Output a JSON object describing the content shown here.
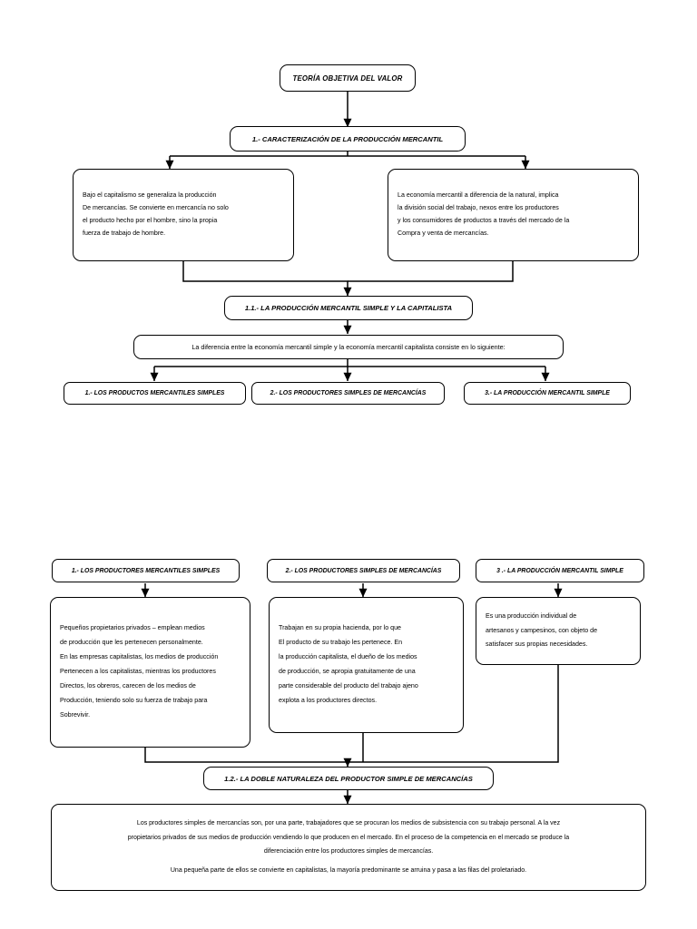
{
  "document": {
    "title": "TEORÍA OBJETIVA DEL VALOR"
  },
  "nodes": {
    "root": {
      "label": "TEORÍA OBJETIVA DEL VALOR"
    },
    "level1": {
      "label": "1.- CARACTERIZACIÓN DE LA PRODUCCIÓN MERCANTIL"
    },
    "box_left_1": {
      "lines": [
        "Bajo el capitalismo se generaliza la producción",
        "De mercancías. Se convierte en mercancía no solo",
        "el producto hecho por el hombre, sino la propia",
        "fuerza de trabajo de hombre."
      ]
    },
    "box_right_1": {
      "lines": [
        "La economía mercantil a diferencia de la natural, implica",
        "la división social del trabajo, nexos entre los productores",
        "y los consumidores de productos a través del mercado de la",
        "Compra y venta de mercancías."
      ]
    },
    "level2": {
      "label": "1.1.- LA PRODUCCIÓN MERCANTIL SIMPLE Y LA CAPITALISTA"
    },
    "difference_bar": {
      "label": "La diferencia entre la economía mercantil simple y la economía mercantil capitalista consiste en lo siguiente:"
    },
    "triplet_top": [
      {
        "label": "1.- LOS PRODUCTOS MERCANTILES SIMPLES"
      },
      {
        "label": "2.- LOS PRODUCTORES SIMPLES DE MERCANCÍAS"
      },
      {
        "label": "3.- LA PRODUCCIÓN MERCANTIL SIMPLE"
      }
    ],
    "triplet_bottom": [
      {
        "label": "1.- LOS PRODUCTORES MERCANTILES SIMPLES"
      },
      {
        "label": "2.- LOS PRODUCTORES SIMPLES DE MERCANCÍAS"
      },
      {
        "label": "3 .- LA PRODUCCIÓN MERCANTIL SIMPLE"
      }
    ],
    "detail_1": {
      "lines": [
        "Pequeños propietarios privados – emplean medios",
        "de producción que les pertenecen personalmente.",
        "En las empresas capitalistas, los medios de producción",
        "Pertenecen a los capitalistas, mientras los productores",
        "Directos, los obreros, carecen de los medios de",
        "Producción, teniendo solo su fuerza de trabajo para",
        "Sobrevivir."
      ]
    },
    "detail_2": {
      "lines": [
        "Trabajan en su propia hacienda, por lo que",
        "El producto de su trabajo les pertenece. En",
        "la producción capitalista, el dueño de los medios",
        "de producción, se apropia gratuitamente de una",
        "parte considerable del producto del trabajo ajeno",
        "explota a los productores directos."
      ]
    },
    "detail_3": {
      "lines": [
        "Es una producción individual de",
        "artesanos y campesinos, con objeto de",
        "satisfacer sus propias necesidades."
      ]
    },
    "level3": {
      "label": "1.2.- LA DOBLE NATURALEZA DEL PRODUCTOR SIMPLE DE MERCANCÍAS"
    },
    "conclusion": {
      "lines": [
        "Los productores simples de mercancías son, por una parte, trabajadores que se procuran los medios de subsistencia con su trabajo personal. A la vez",
        "propietarios privados de sus medios de producción vendiendo lo que producen en el mercado. En el proceso de la competencia en el mercado se produce la",
        "diferenciación entre los productores simples de mercancías.",
        "",
        "Una pequeña parte de ellos se convierte en capitalistas, la mayoría predominante se arruina y pasa a las filas del proletariado."
      ]
    }
  },
  "colors": {
    "stroke": "#000000",
    "background": "#ffffff"
  }
}
